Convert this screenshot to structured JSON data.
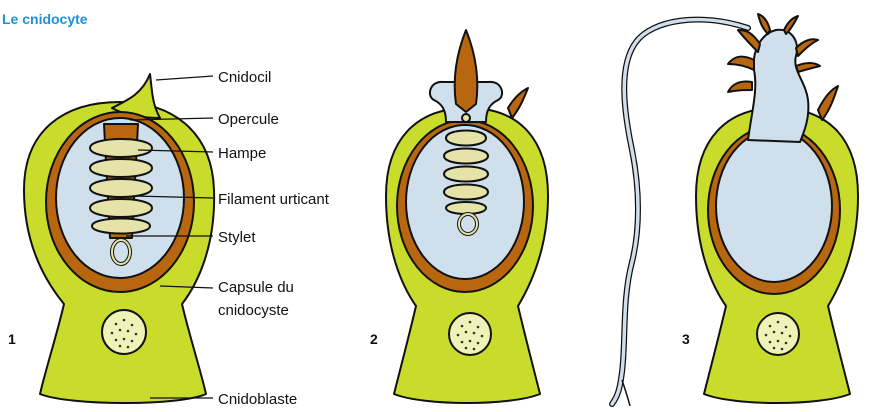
{
  "title": "Le cnidocyte",
  "labels": {
    "cnidocil": "Cnidocil",
    "opercule": "Opercule",
    "hampe": "Hampe",
    "filament": "Filament urticant",
    "stylet": "Stylet",
    "capsule_1": "Capsule du",
    "capsule_2": "cnidocyste",
    "cnidoblaste": "Cnidoblaste"
  },
  "stages": [
    "1",
    "2",
    "3"
  ],
  "colors": {
    "cell": "#c9dc2b",
    "capsule_wall": "#b8660f",
    "capsule_fluid": "#cfe0ec",
    "filament": "#e6e3a8",
    "nucleus": "#f1f2b8",
    "stylet": "#b8660f",
    "title": "#1e90d8"
  }
}
